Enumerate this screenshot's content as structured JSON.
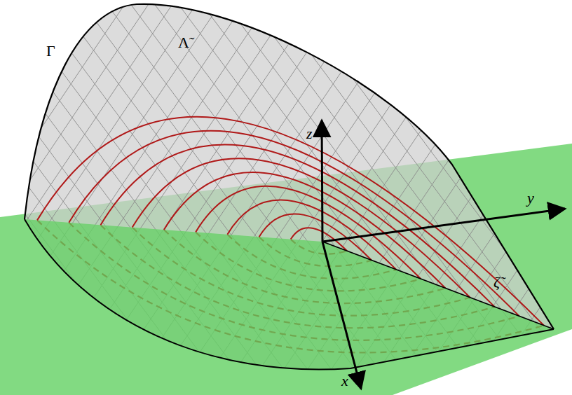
{
  "diagram": {
    "labels": [
      "Γ",
      "Λ̃",
      "z",
      "y",
      "ζ̃",
      "x"
    ]
  }
}
